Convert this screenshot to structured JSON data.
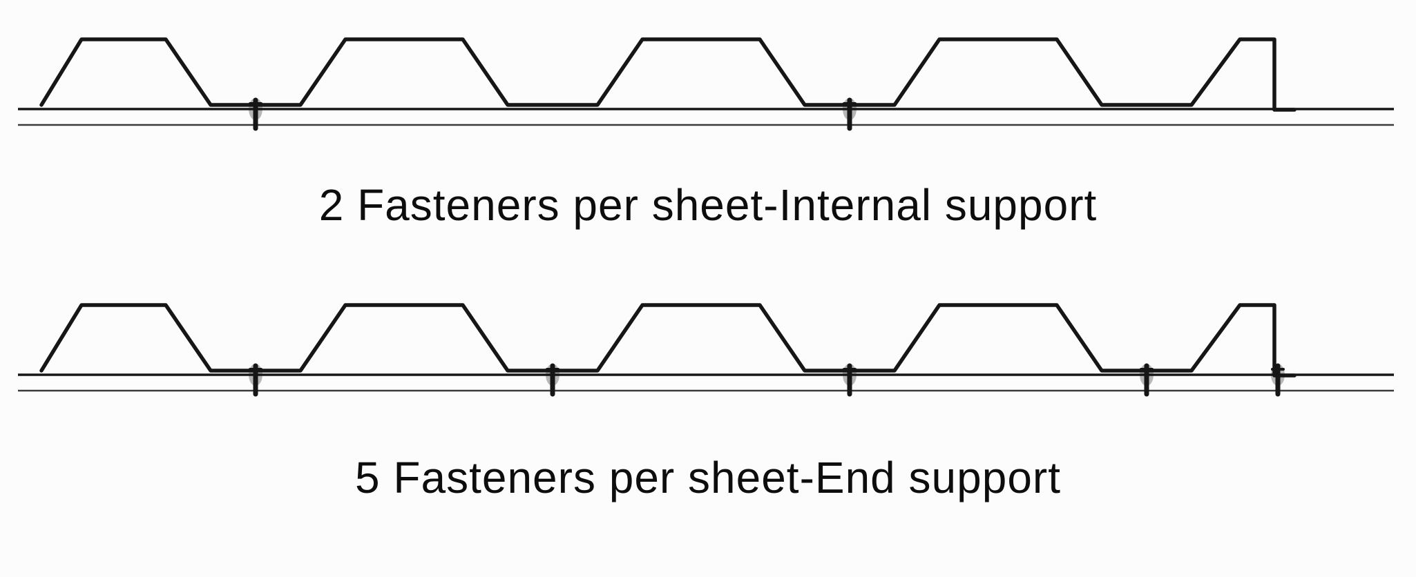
{
  "colors": {
    "line": "#161616",
    "support_line": "#3a3a3a",
    "background": "#fcfcfc",
    "text": "#0d0d0d"
  },
  "diagrams": [
    {
      "id": "internal-support",
      "label": "2 Fasteners per sheet-Internal support",
      "fastener_count": 2,
      "support_type": "Internal support",
      "fastener_positions_x": [
        370,
        1230
      ]
    },
    {
      "id": "end-support",
      "label": "5 Fasteners per sheet-End support",
      "fastener_count": 5,
      "support_type": "End support",
      "fastener_positions_x": [
        370,
        800,
        1230,
        1660,
        1850
      ]
    }
  ]
}
